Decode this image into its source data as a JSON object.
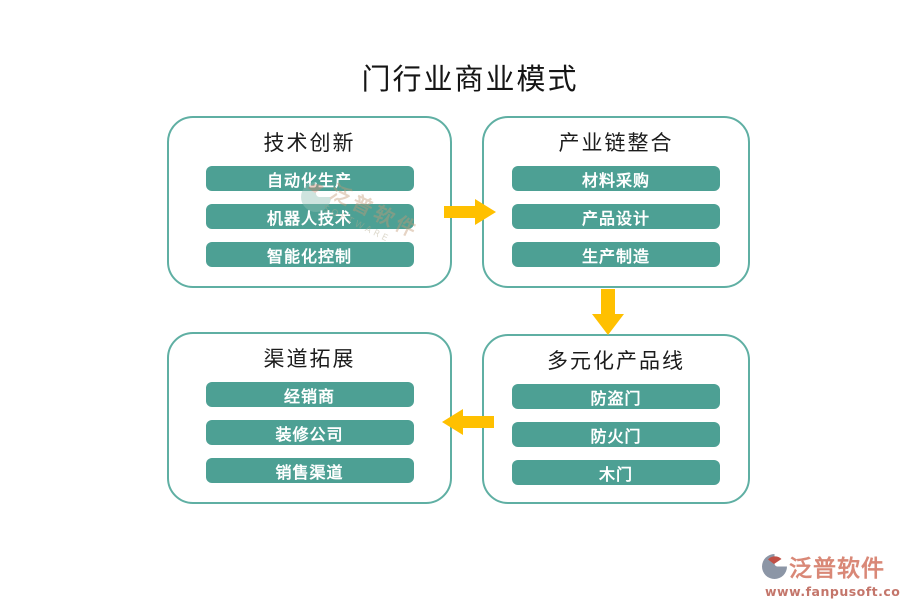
{
  "title": "门行业商业模式",
  "boxes": [
    {
      "title": "技术创新",
      "items": [
        "自动化生产",
        "机器人技术",
        "智能化控制"
      ]
    },
    {
      "title": "产业链整合",
      "items": [
        "材料采购",
        "产品设计",
        "生产制造"
      ]
    },
    {
      "title": "渠道拓展",
      "items": [
        "经销商",
        "装修公司",
        "销售渠道"
      ]
    },
    {
      "title": "多元化产品线",
      "items": [
        "防盗门",
        "防火门",
        "木门"
      ]
    }
  ],
  "arrows": [
    {
      "direction": "right",
      "from": "技术创新",
      "to": "产业链整合"
    },
    {
      "direction": "down",
      "from": "产业链整合",
      "to": "多元化产品线"
    },
    {
      "direction": "left",
      "from": "多元化产品线",
      "to": "渠道拓展"
    }
  ],
  "watermark": {
    "text": "泛普软件",
    "subtext": "SOFTWARE"
  },
  "brand": {
    "name": "泛普软件",
    "url": "www.fanpusoft.com"
  },
  "colors": {
    "pill_teal": "#4da094",
    "box_border": "#5fafa3",
    "arrow_yellow": "#ffc000",
    "title_black": "#151515",
    "brand_coral": "#d98877",
    "brand_url_color": "#c4766b"
  }
}
